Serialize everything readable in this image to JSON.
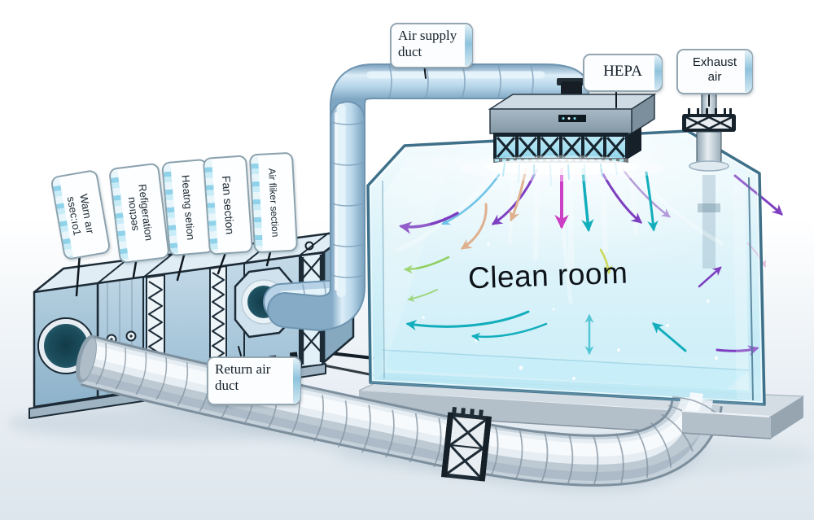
{
  "scene": {
    "clean_room": "Clean room",
    "callouts": {
      "air_supply": {
        "line1": "Air supply",
        "line2": "duct"
      },
      "hepa": {
        "text": "HEPA"
      },
      "exhaust": {
        "line1": "Exhaust",
        "line2": "air"
      },
      "return_air": {
        "line1": "Return air",
        "line2": "duct"
      }
    },
    "section_signs": [
      {
        "line1": "Warn aır",
        "line2": "ssec:ıo1"
      },
      {
        "line1": "Refigeration",
        "line2": "sectıou"
      },
      {
        "line1": "Heatng setion"
      },
      {
        "line1": "Fan section"
      },
      {
        "line1": "Air fliker section"
      }
    ],
    "colors": {
      "glass": "#bfeaf6",
      "duct_blue": "#b7d4e8",
      "metal_silver": "#c5d1da",
      "case_gray": "#9fb2bf",
      "truss_dark": "#1e2b35",
      "floor": "#dde6ed",
      "arrow_magenta": "#cb3fc4",
      "arrow_purple": "#7e3fc0",
      "arrow_teal": "#12aebc",
      "arrow_cyan": "#6fc3e8",
      "arrow_tan": "#dfb08e",
      "arrow_green": "#8fcf5f",
      "arrow_yellow": "#ccd957",
      "arrow_pink": "#d9a6d0"
    }
  }
}
